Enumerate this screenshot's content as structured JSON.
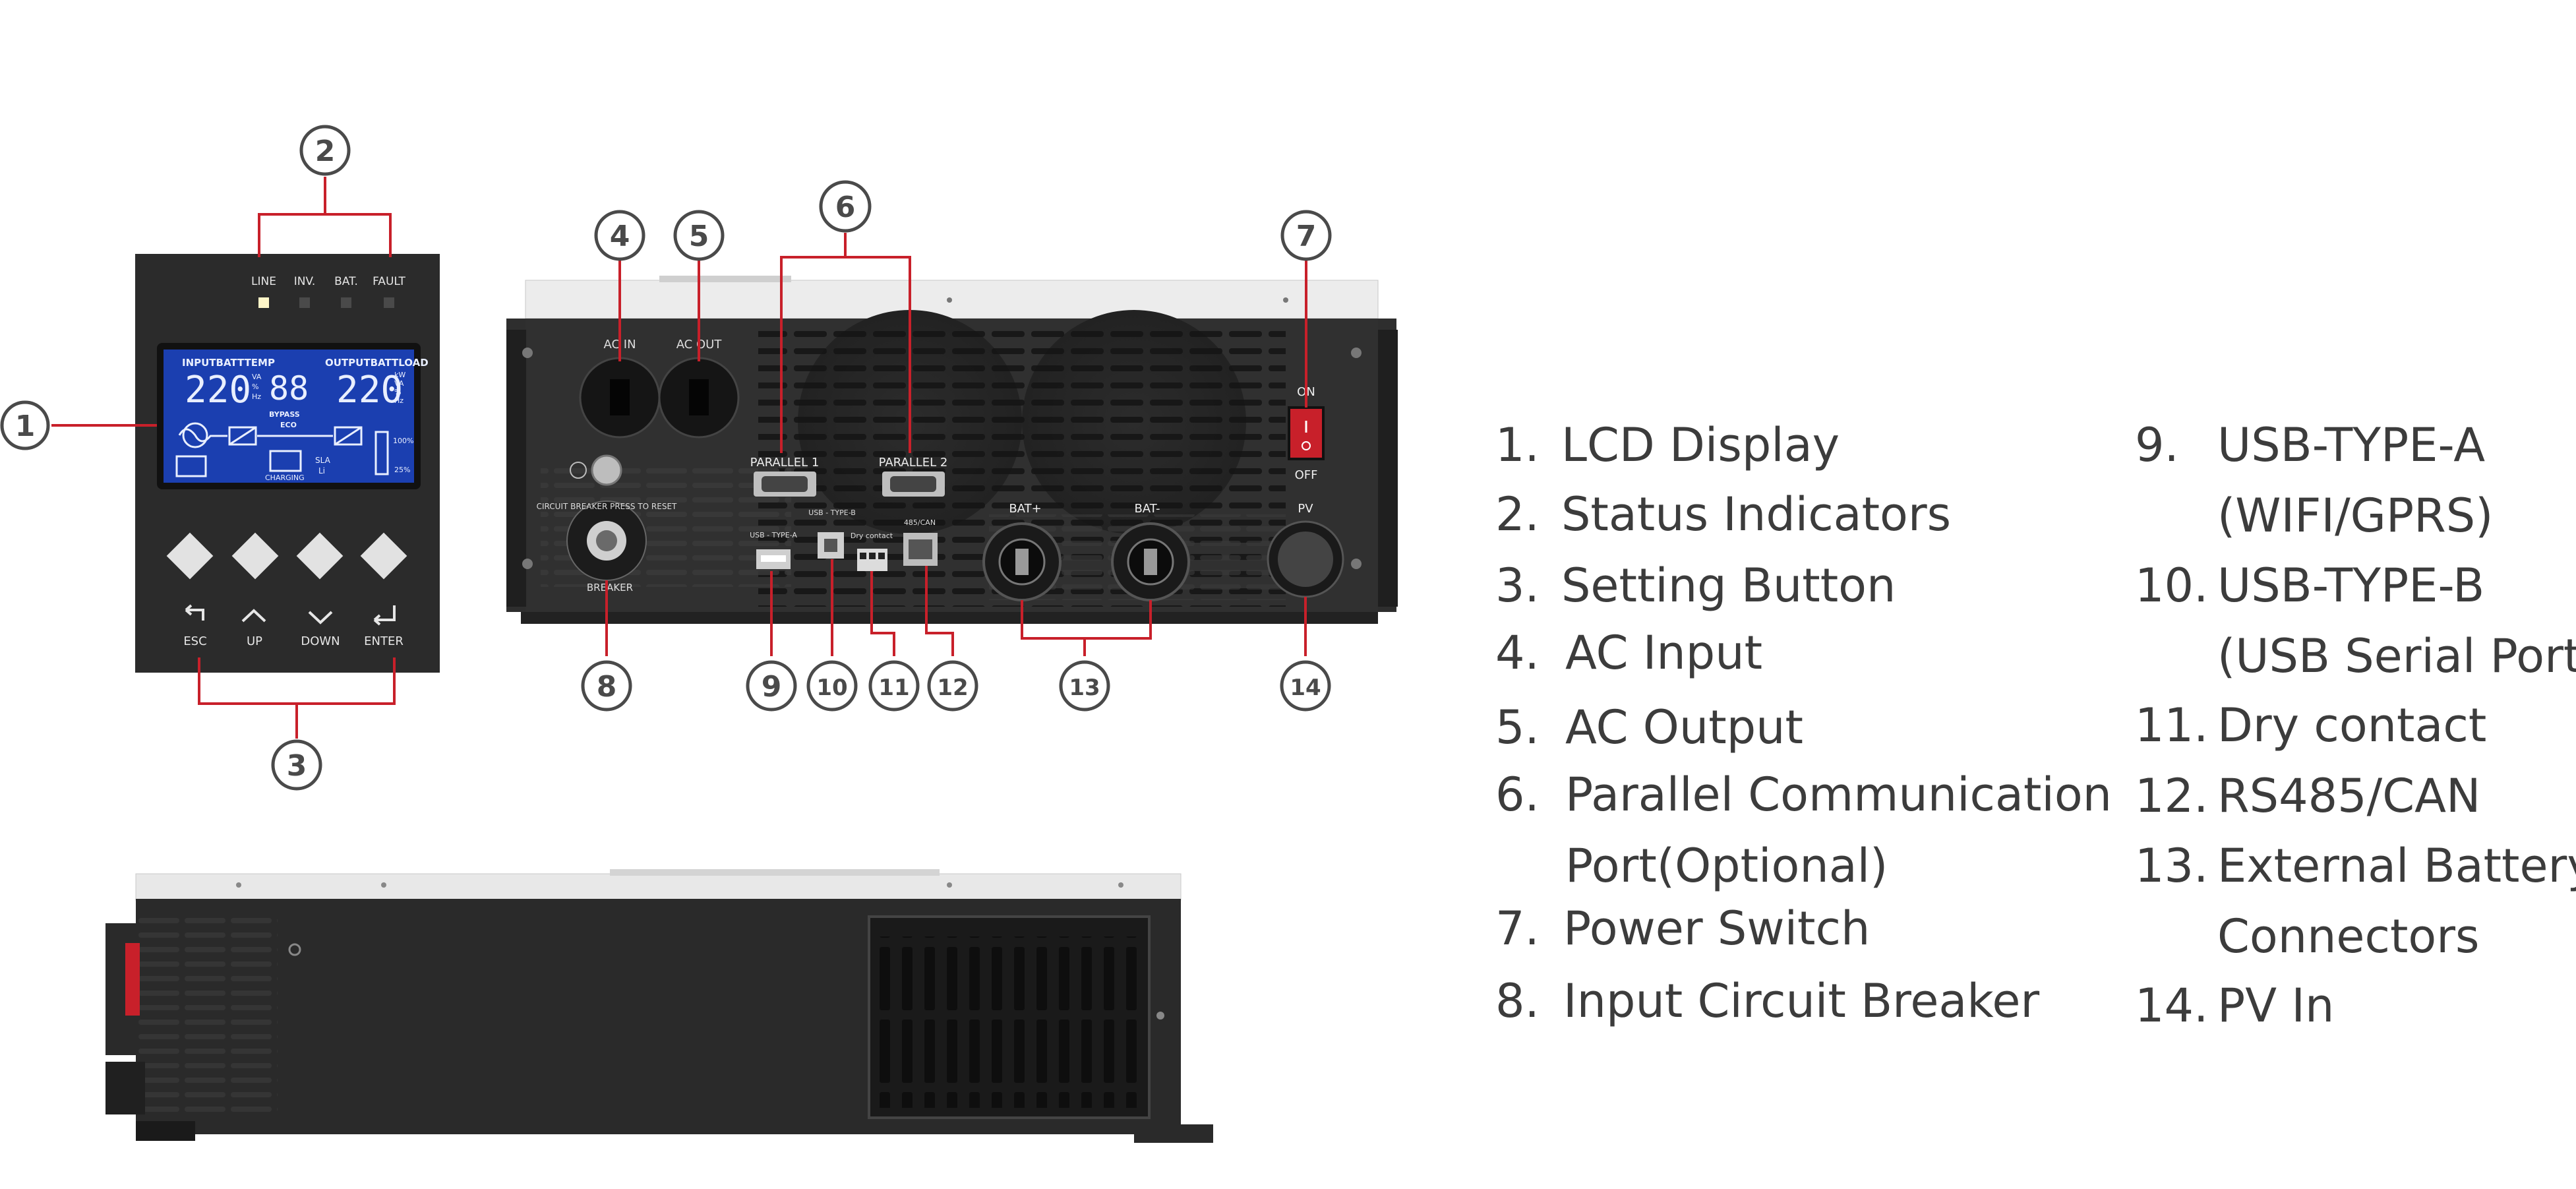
{
  "front_panel": {
    "indicators": [
      "LINE",
      "INV.",
      "BAT.",
      "FAULT"
    ],
    "lcd": {
      "left_label": "INPUTBATTTEMP",
      "right_label": "OUTPUTBATTLOAD",
      "left_value": "220",
      "center_value": "88",
      "right_value": "220",
      "units_left": [
        "VA",
        "%",
        "Hz"
      ],
      "units_right": [
        "kW",
        "VA",
        "%",
        "Hz"
      ],
      "bypass": "BYPASS",
      "eco": "ECO",
      "charging": "CHARGING",
      "modes": [
        "SLA",
        "Li"
      ],
      "pct_100": "100%",
      "pct_25": "25%"
    },
    "buttons": [
      "ESC",
      "UP",
      "DOWN",
      "ENTER"
    ]
  },
  "rear_panel": {
    "ac_in": "AC IN",
    "ac_out": "AC OUT",
    "parallel1": "PARALLEL 1",
    "parallel2": "PARALLEL 2",
    "switch_on": "ON",
    "switch_off": "OFF",
    "breaker_ring": "CIRCUIT BREAKER PRESS TO RESET",
    "breaker": "BREAKER",
    "usb_a": "USB - TYPE-A",
    "usb_b": "USB - TYPE-B",
    "dry_contact": "Dry contact",
    "rs485": "485/CAN",
    "bat_pos": "BAT+",
    "bat_neg": "BAT-",
    "pv": "PV"
  },
  "callouts": [
    "1",
    "2",
    "3",
    "4",
    "5",
    "6",
    "7",
    "8",
    "9",
    "10",
    "11",
    "12",
    "13",
    "14"
  ],
  "legend": [
    {
      "num": "1.",
      "lines": [
        "LCD Display"
      ]
    },
    {
      "num": "2.",
      "lines": [
        "Status Indicators"
      ]
    },
    {
      "num": "3.",
      "lines": [
        "Setting Button"
      ]
    },
    {
      "num": "4.",
      "lines": [
        "AC Input"
      ]
    },
    {
      "num": "5.",
      "lines": [
        "AC Output"
      ]
    },
    {
      "num": "6.",
      "lines": [
        "Parallel Communication",
        "Port(Optional)"
      ]
    },
    {
      "num": "7.",
      "lines": [
        "Power Switch"
      ]
    },
    {
      "num": "8.",
      "lines": [
        "Input Circuit Breaker"
      ]
    },
    {
      "num": "9.",
      "lines": [
        "USB-TYPE-A",
        "(WIFI/GPRS)"
      ]
    },
    {
      "num": "10.",
      "lines": [
        "USB-TYPE-B",
        "(USB Serial Port)"
      ]
    },
    {
      "num": "11.",
      "lines": [
        "Dry contact"
      ]
    },
    {
      "num": "12.",
      "lines": [
        "RS485/CAN"
      ]
    },
    {
      "num": "13.",
      "lines": [
        "External Battery",
        "Connectors"
      ]
    },
    {
      "num": "14.",
      "lines": [
        "PV In"
      ]
    }
  ],
  "colors": {
    "callout_line": "#c8202a",
    "callout_circle": "#4a4a4a",
    "panel": "#2a2a2a",
    "lcd": "#1b3fb0",
    "text": "#3c3c3c"
  }
}
